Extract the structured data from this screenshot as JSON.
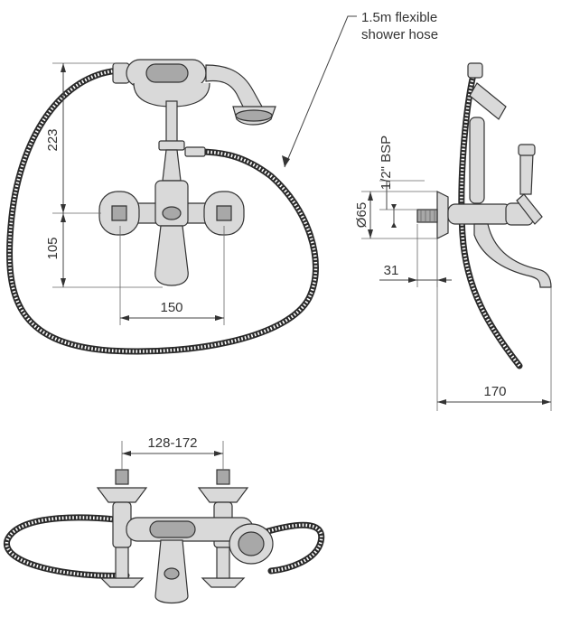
{
  "callout": {
    "line1": "1.5m flexible",
    "line2": "shower hose"
  },
  "front_view": {
    "dim_height_upper": "223",
    "dim_height_lower": "105",
    "dim_width": "150"
  },
  "side_view": {
    "dim_thread": "1/2\" BSP",
    "dim_diameter": "Ø65",
    "dim_projection": "31",
    "dim_depth": "170"
  },
  "top_view": {
    "dim_centres": "128-172"
  }
}
